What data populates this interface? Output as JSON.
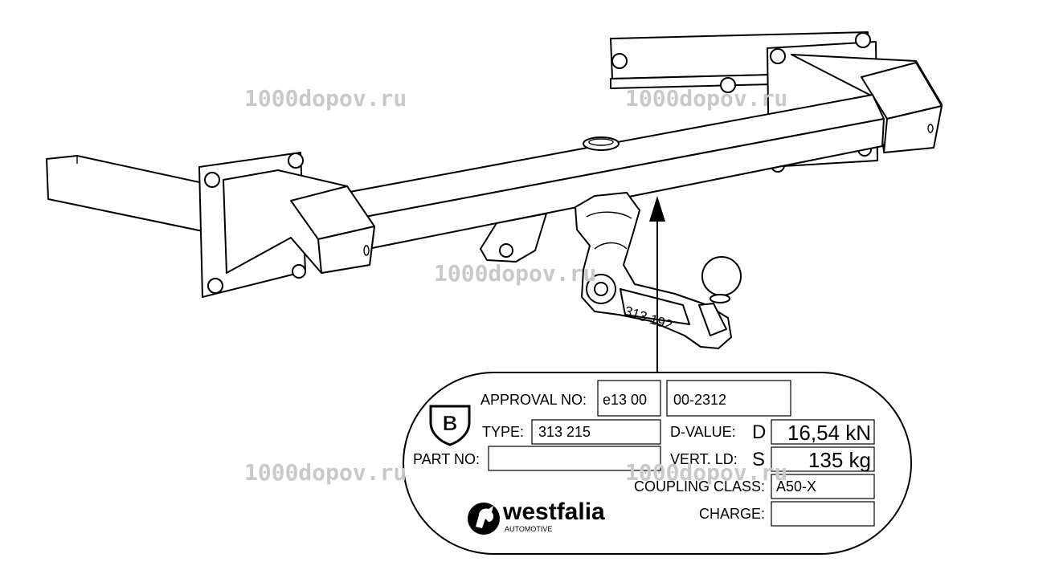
{
  "watermarks": [
    "1000dopov.ru",
    "1000dopov.ru",
    "1000dopov.ru",
    "1000dopov.ru",
    "1000dopov.ru"
  ],
  "part_stamp": "313 192",
  "plate": {
    "approval_label": "APPROVAL NO:",
    "approval_value_1": "e13 00",
    "approval_value_2": "00-2312",
    "badge_letter": "B",
    "type_label": "TYPE:",
    "type_value": "313 215",
    "part_no_label": "PART NO:",
    "part_no_value": "",
    "d_value_label": "D-VALUE:",
    "d_symbol": "D",
    "d_value": "16,54 kN",
    "vert_ld_label": "VERT. LD:",
    "s_symbol": "S",
    "vert_ld_value": "135 kg",
    "coupling_class_label": "COUPLING CLASS:",
    "coupling_class_value": "A50-X",
    "charge_label": "CHARGE:",
    "charge_value": "",
    "brand_name": "westfalia",
    "brand_sub": "AUTOMOTIVE"
  },
  "icons": [
    "westfalia-horse-logo-icon",
    "b-shield-badge-icon",
    "arrow-up-icon"
  ]
}
